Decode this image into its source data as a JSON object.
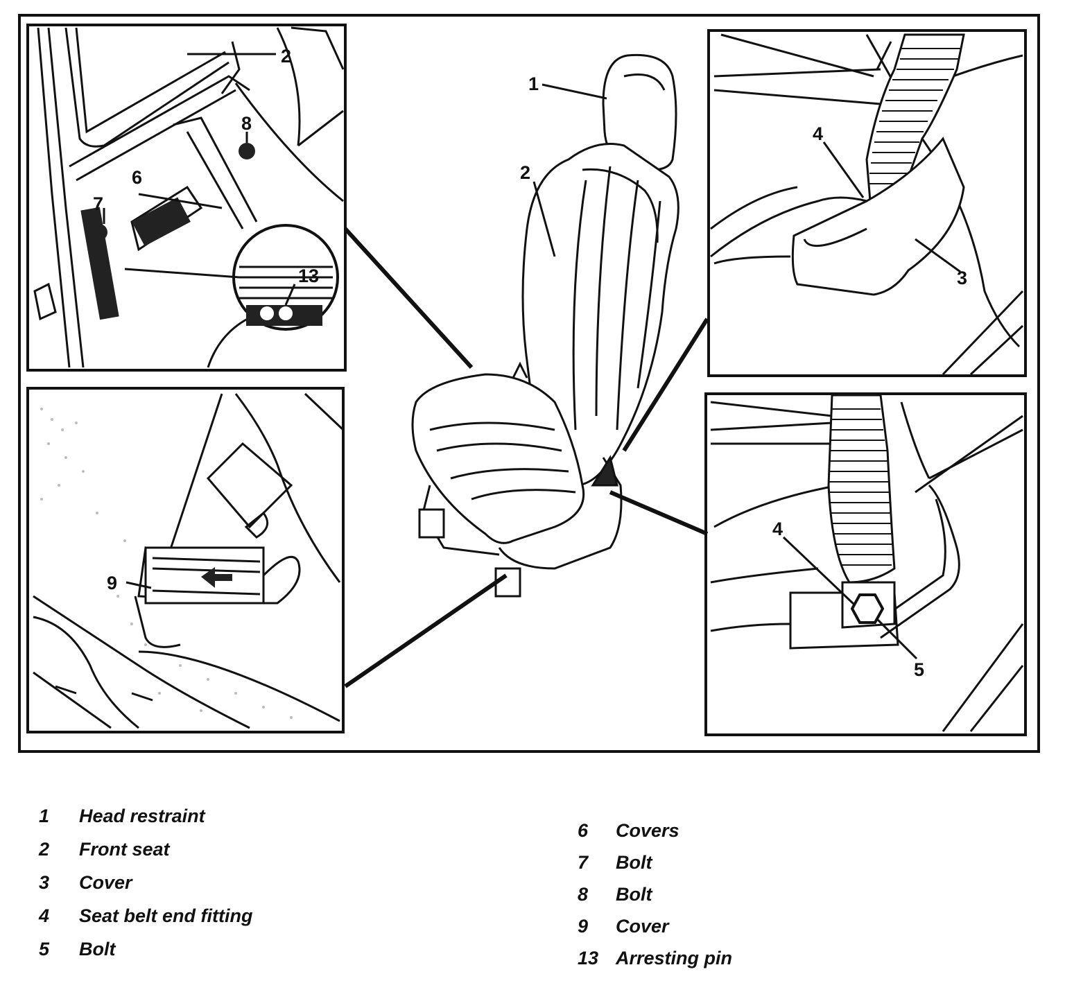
{
  "callouts": {
    "seat_head": "1",
    "seat_back": "2",
    "tl_2": "2",
    "tl_8": "8",
    "tl_6": "6",
    "tl_7": "7",
    "tl_13": "13",
    "tr_4": "4",
    "tr_3": "3",
    "br_4": "4",
    "br_5": "5",
    "bl_9": "9"
  },
  "legend": {
    "left": [
      {
        "num": "1",
        "text": "Head restraint"
      },
      {
        "num": "2",
        "text": "Front seat"
      },
      {
        "num": "3",
        "text": "Cover"
      },
      {
        "num": "4",
        "text": "Seat belt end fitting"
      },
      {
        "num": "5",
        "text": "Bolt"
      }
    ],
    "right": [
      {
        "num": "6",
        "text": "Covers"
      },
      {
        "num": "7",
        "text": "Bolt"
      },
      {
        "num": "8",
        "text": "Bolt"
      },
      {
        "num": "9",
        "text": "Cover"
      },
      {
        "num": "13",
        "text": "Arresting pin"
      }
    ]
  }
}
